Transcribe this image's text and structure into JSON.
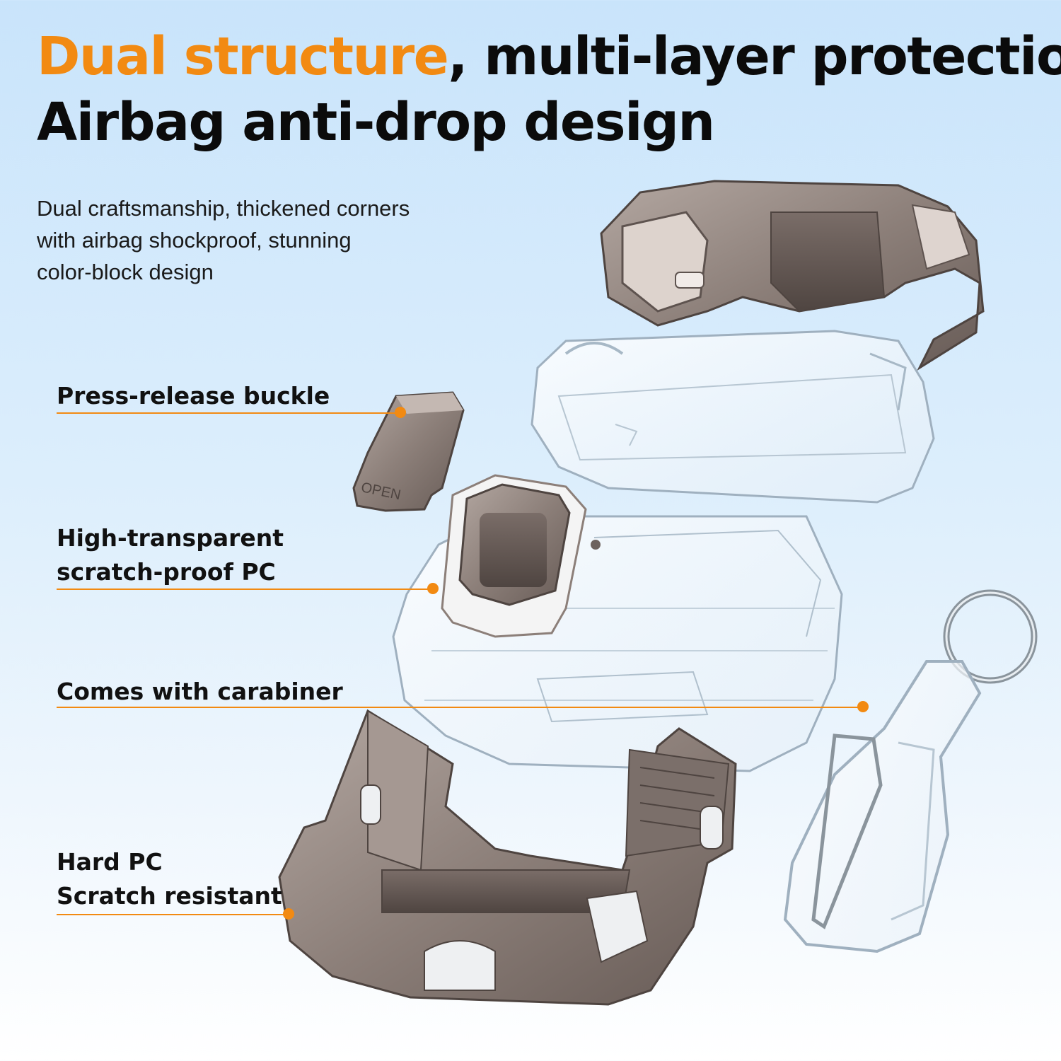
{
  "headline": {
    "accent": "Dual structure",
    "rest": ", multi-layer protection",
    "line2": "Airbag anti-drop design"
  },
  "description": {
    "line1": "Dual craftsmanship, thickened corners",
    "line2": "with airbag shockproof, stunning",
    "line3": "color-block design"
  },
  "callouts": {
    "buckle": "Press-release buckle",
    "pc_1": "High-transparent",
    "pc_2": "scratch-proof PC",
    "carabiner": "Comes with carabiner",
    "hard_1": "Hard PC",
    "hard_2": "Scratch resistant"
  },
  "product": {
    "buckle_engraving": "OPEN"
  },
  "colors": {
    "accent": "#f28a12",
    "text": "#0b0b0b",
    "metal": "#8c7f79",
    "metal_dark": "#5e534f"
  }
}
